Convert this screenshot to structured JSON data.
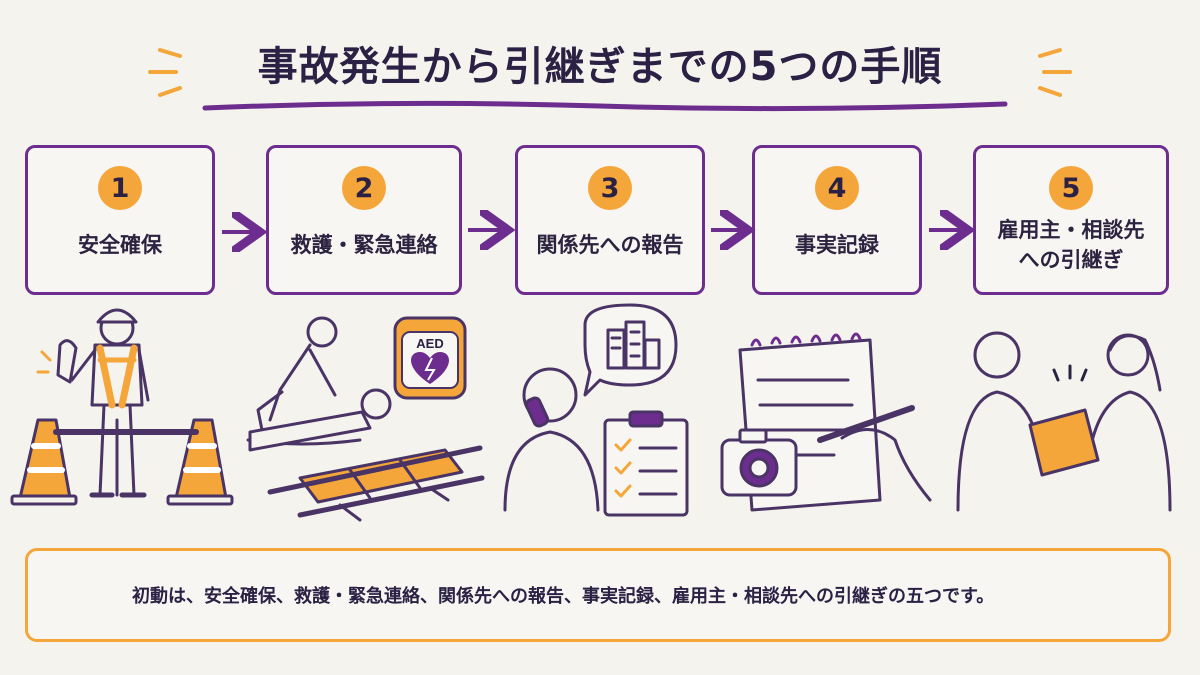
{
  "title": "事故発生から引継ぎまでの5つの手順",
  "steps": [
    {
      "number": "1",
      "label": "安全確保"
    },
    {
      "number": "2",
      "label": "救護・緊急連絡"
    },
    {
      "number": "3",
      "label": "関係先への報告"
    },
    {
      "number": "4",
      "label": "事実記録"
    },
    {
      "number": "5",
      "label": "雇用主・相談先\nへの引継ぎ"
    }
  ],
  "aed_label": "AED",
  "summary": "初動は、安全確保、救護・緊急連絡、関係先への報告、事実記録、雇用主・相談先への引継ぎの五つです。",
  "colors": {
    "accent_purple": "#6d2d8f",
    "accent_orange": "#f4a63a",
    "ink": "#2a2144",
    "background": "#f5f3ee"
  }
}
